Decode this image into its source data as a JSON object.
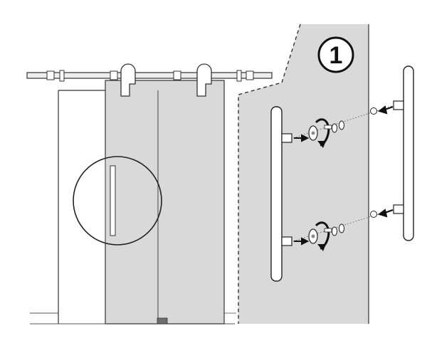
{
  "diagram": {
    "step_label": "1"
  },
  "colors": {
    "background": "#ffffff",
    "glass": "#d9d9d9",
    "glass_detail": "#cfcfcf",
    "stroke": "#222222",
    "rail": "#eeeeee",
    "floor_guide": "#6e6e6e"
  },
  "icons": {
    "step_badge": "circled-number-1",
    "rotate_arrow": "curved-rotation-arrow",
    "insert_arrow": "black-arrow"
  }
}
